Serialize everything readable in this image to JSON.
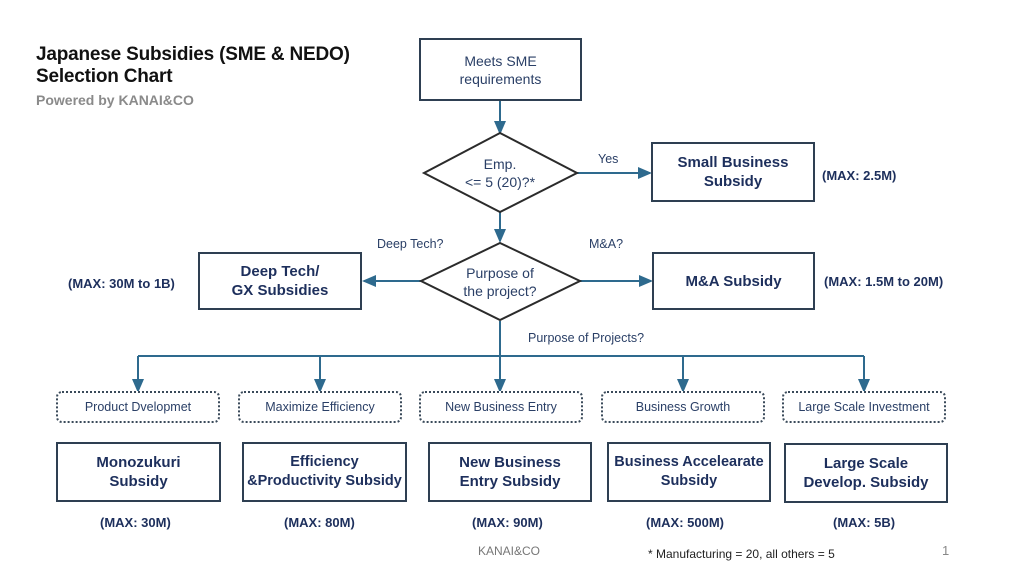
{
  "header": {
    "title_line1": "Japanese Subsidies (SME & NEDO)",
    "title_line2": "Selection Chart",
    "subtitle": "Powered by KANAI&CO"
  },
  "colors": {
    "line": "#2e6a8e",
    "box_border": "#2e3f52",
    "text": "#1d2f5c"
  },
  "flow": {
    "start": "Meets SME\nrequirements",
    "decision1": "Emp.\n<= 5 (20)?*",
    "decision1_yes_label": "Yes",
    "small_business": {
      "name": "Small Business\nSubsidy",
      "max": "(MAX: 2.5M)"
    },
    "decision2": "Purpose of\nthe project?",
    "deep_tech_label": "Deep Tech?",
    "mna_label": "M&A?",
    "purpose_label": "Purpose of Projects?",
    "deep_tech": {
      "name": "Deep Tech/\nGX Subsidies",
      "max": "(MAX: 30M to 1B)"
    },
    "mna": {
      "name": "M&A Subsidy",
      "max": "(MAX: 1.5M to 20M)"
    },
    "purposes": [
      {
        "purpose": "Product Dvelopmet",
        "name": "Monozukuri\nSubsidy",
        "max": "(MAX: 30M)"
      },
      {
        "purpose": "Maximize Efficiency",
        "name": "Efficiency\n&Productivity Subsidy",
        "max": "(MAX: 80M)"
      },
      {
        "purpose": "New Business Entry",
        "name": "New Business\nEntry Subsidy",
        "max": "(MAX: 90M)"
      },
      {
        "purpose": "Business Growth",
        "name": "Business Accelearate\nSubsidy",
        "max": "(MAX: 500M)"
      },
      {
        "purpose": "Large Scale Investment",
        "name": "Large Scale\nDevelop. Subsidy",
        "max": "(MAX: 5B)"
      }
    ]
  },
  "footer": {
    "brand": "KANAI&CO",
    "footnote": "* Manufacturing = 20, all others = 5",
    "page": "1"
  }
}
